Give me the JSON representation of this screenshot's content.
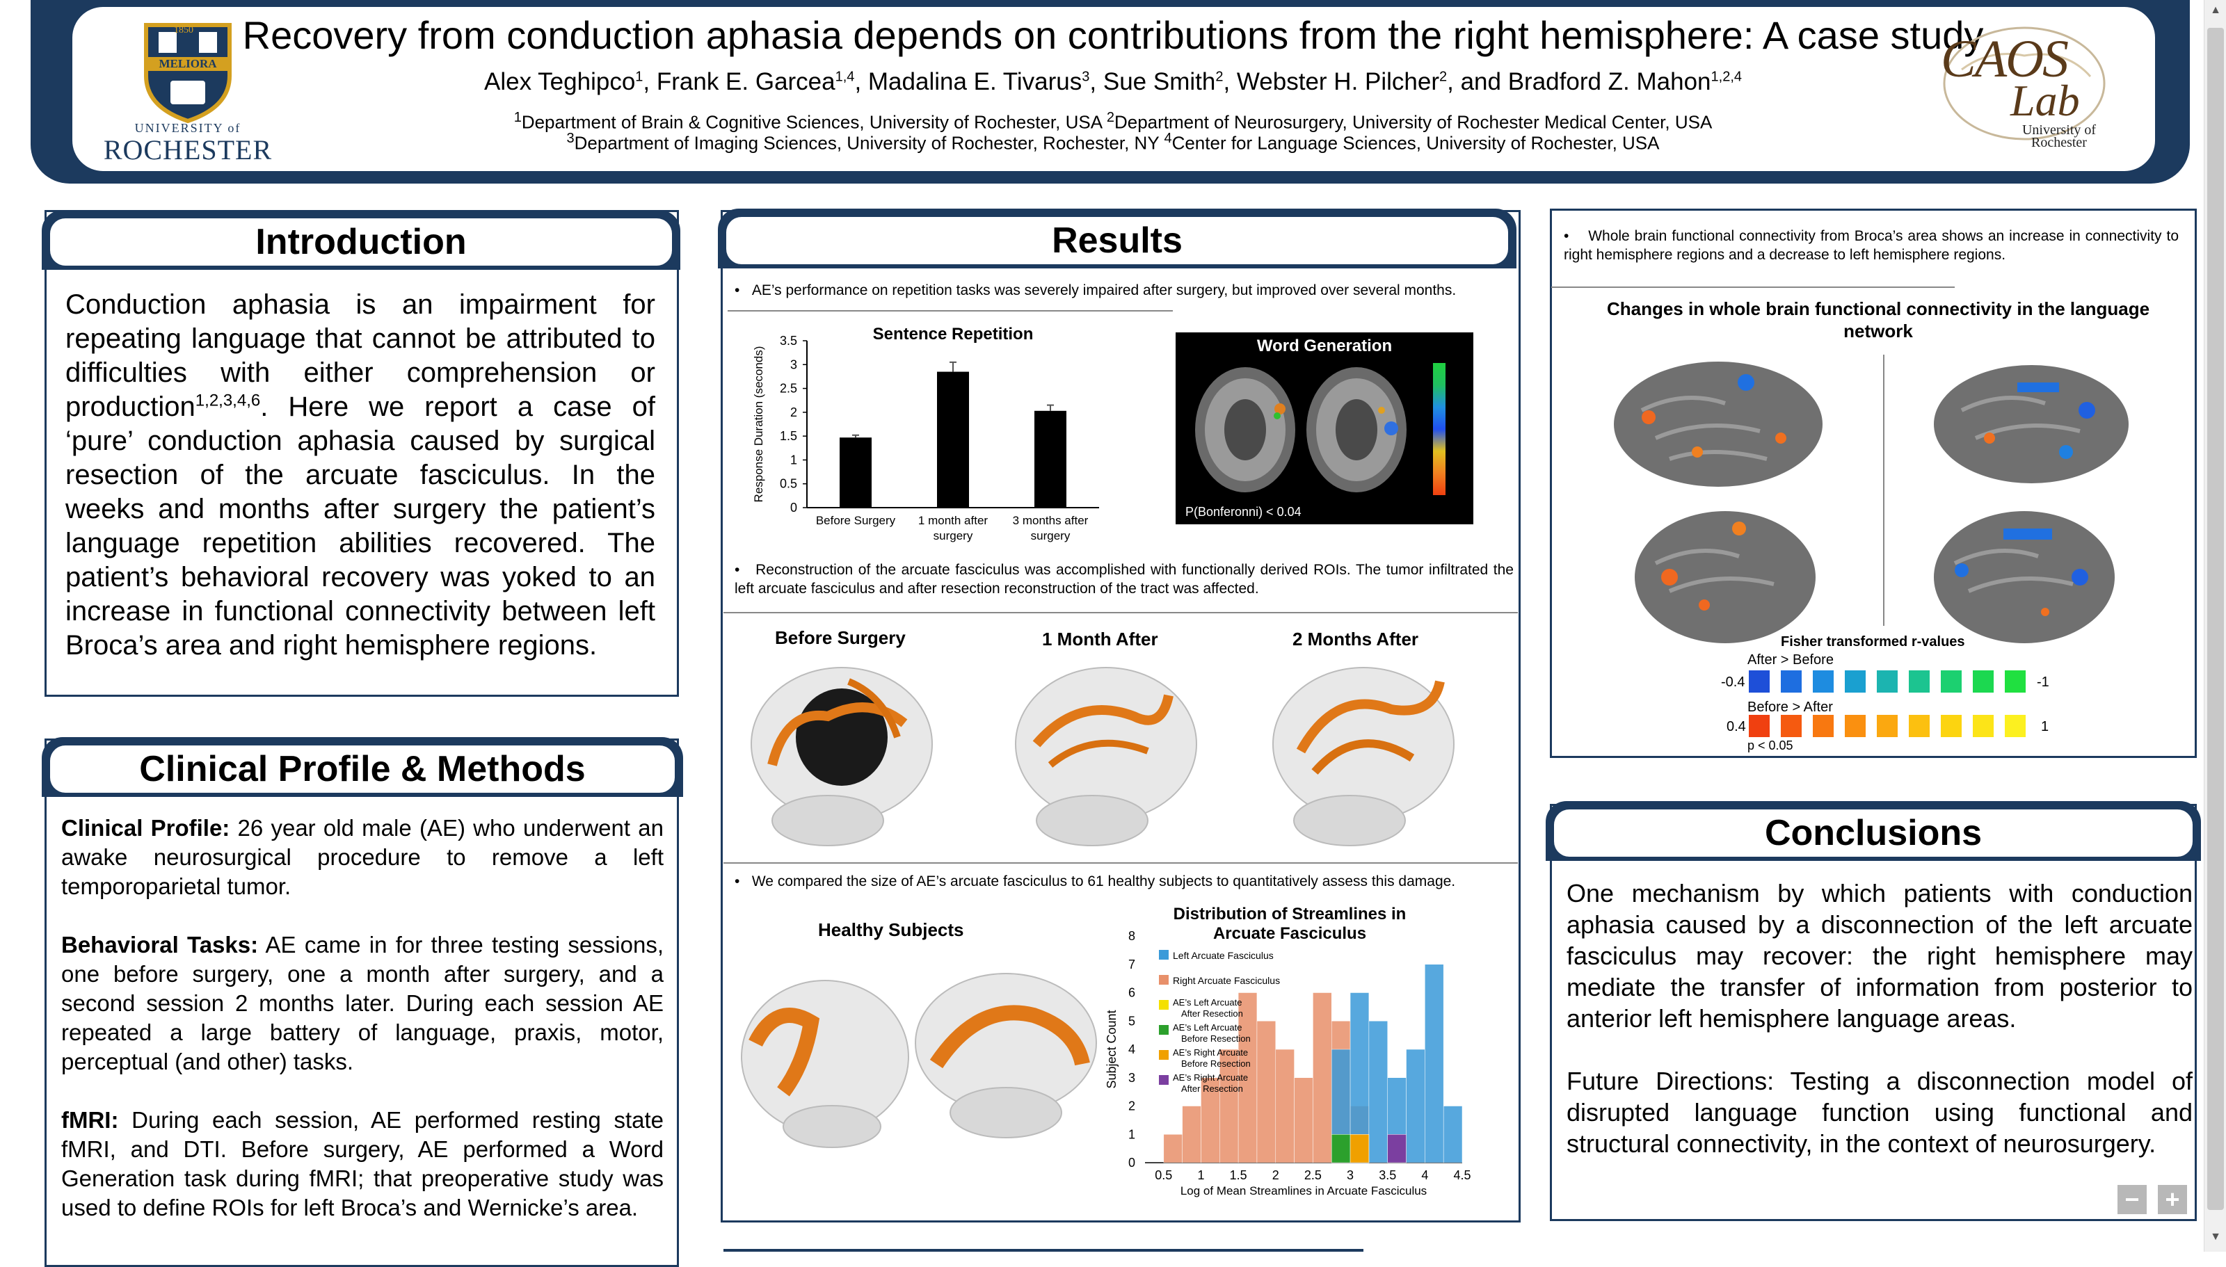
{
  "header": {
    "title": "Recovery from conduction aphasia depends on contributions from the right hemisphere: A case study",
    "authors": [
      {
        "name": "Alex Teghipco",
        "sup": "1"
      },
      {
        "name": "Frank E. Garcea",
        "sup": "1,4"
      },
      {
        "name": "Madalina E. Tivarus",
        "sup": "3"
      },
      {
        "name": "Sue Smith",
        "sup": "2"
      },
      {
        "name": "Webster H. Pilcher",
        "sup": "2"
      },
      {
        "name": "Bradford Z. Mahon",
        "sup": "1,2,4"
      }
    ],
    "and": "and",
    "aff1": [
      {
        "sup": "1",
        "text": "Department of Brain & Cognitive Sciences, University of Rochester, USA "
      },
      {
        "sup": "2",
        "text": "Department of Neurosurgery, University of Rochester Medical Center, USA"
      }
    ],
    "aff2": [
      {
        "sup": "3",
        "text": "Department of Imaging Sciences, University of Rochester, Rochester, NY "
      },
      {
        "sup": "4",
        "text": "Center for Language Sciences, University of Rochester, USA"
      }
    ],
    "logo_left": {
      "year": "1850",
      "motto": "MELIORA",
      "univ_of": "UNIVERSITY of",
      "name": "ROCHESTER"
    },
    "logo_right": {
      "name1": "CAOS",
      "name2": "Lab",
      "univ": "University of",
      "place": "Rochester"
    }
  },
  "intro": {
    "heading": "Introduction",
    "p1": "Conduction aphasia is an impairment for repeating language that cannot be attributed to difficulties with either comprehension or production",
    "p1_sup": "1,2,3,4,6",
    "p2": ". Here we report a case of ‘pure’ conduction aphasia caused by surgical resection of the arcuate fasciculus. In the weeks and months after surgery the patient’s language repetition abilities recovered. The patient’s behavioral recovery was yoked to an increase in functional connectivity between left Broca’s area and right hemisphere regions."
  },
  "methods": {
    "heading": "Clinical Profile & Methods",
    "items": [
      {
        "label": "Clinical Profile:",
        "text": " 26 year old male (AE) who underwent an awake neurosurgical procedure to remove a left temporoparietal tumor."
      },
      {
        "label": "Behavioral Tasks:",
        "text": " AE came in for three testing sessions, one before surgery, one a month after surgery, and a second session 2 months later. During each session AE repeated a large battery of language, praxis, motor, perceptual (and other) tasks."
      },
      {
        "label": "fMRI:",
        "text": " During each session, AE performed resting state fMRI, and DTI. Before surgery, AE performed a Word Generation task during fMRI; that preoperative study was used to define ROIs for left Broca’s and Wernicke’s area."
      }
    ]
  },
  "results": {
    "heading": "Results",
    "bullet1": "AE’s performance on repetition tasks was severely impaired after surgery, but improved over several months.",
    "bullet2": "Reconstruction of the arcuate fasciculus was accomplished with functionally derived ROIs. The tumor infiltrated the left arcuate fasciculus and after resection reconstruction of the tract was affected.",
    "bullet3": "We compared the size of AE’s arcuate fasciculus to 61 healthy subjects to quantitatively assess this damage.",
    "word_gen_title": "Word Generation",
    "word_gen_p": "P(Bonferonni) < 0.04",
    "tract_labels": [
      "Before Surgery",
      "1 Month After",
      "2 Months After"
    ],
    "healthy_label": "Healthy Subjects"
  },
  "connectivity": {
    "bullet": "Whole brain functional connectivity from Broca’s area shows an increase in connectivity to right hemisphere regions and a decrease to left hemisphere regions.",
    "title": "Changes in whole brain functional connectivity in the language network",
    "legend_title": "Fisher transformed r-values",
    "after_label": "After > Before",
    "before_label": "Before > After",
    "after_min": "-0.4",
    "after_max": "-1",
    "before_min": "0.4",
    "before_max": "1",
    "p_label": "p < 0.05",
    "colors_after": [
      "#1e4fd8",
      "#1e6ee0",
      "#1e8ce0",
      "#1aa0d0",
      "#1cb4b0",
      "#1cc490",
      "#1cd070",
      "#1cd850",
      "#20e040"
    ],
    "colors_before": [
      "#f04010",
      "#f55a10",
      "#f87810",
      "#fa9010",
      "#fba810",
      "#fcc010",
      "#fcd410",
      "#fce418",
      "#fcf020"
    ]
  },
  "conclusions": {
    "heading": "Conclusions",
    "p1": "One mechanism by which patients with conduction aphasia caused by a disconnection of the left arcuate fasciculus may recover: the right hemisphere may mediate the transfer of information from posterior to anterior left hemisphere language areas.",
    "p2": "Future Directions: Testing a disconnection model of disrupted language function using functional and structural connectivity, in the context of neurosurgery."
  },
  "zoom": {
    "minus": "−",
    "plus": "+"
  },
  "chart_data": [
    {
      "type": "bar",
      "title": "Sentence Repetition",
      "ylabel": "Response Duration (seconds)",
      "categories": [
        "Before Surgery",
        "1 month after surgery",
        "3 months after surgery"
      ],
      "categories_lines": [
        [
          "Before Surgery"
        ],
        [
          "1 month after",
          "surgery"
        ],
        [
          "3 months after",
          "surgery"
        ]
      ],
      "values": [
        1.47,
        2.85,
        2.03
      ],
      "errors": [
        0.05,
        0.2,
        0.12
      ],
      "ylim": [
        0,
        3.5
      ],
      "yticks": [
        "0",
        "0.5",
        "1",
        "1.5",
        "2",
        "2.5",
        "3",
        "3.5"
      ]
    },
    {
      "type": "bar",
      "title": "Distribution of Streamlines in Arcuate Fasciculus",
      "xlabel": "Log of Mean Streamlines in Arcuate Fasciculus",
      "ylabel": "Subject Count",
      "xlim": [
        0.25,
        4.5
      ],
      "ylim": [
        0,
        8
      ],
      "xticks": [
        "0.5",
        "1",
        "1.5",
        "2",
        "2.5",
        "3",
        "3.5",
        "4",
        "4.5"
      ],
      "yticks": [
        "0",
        "1",
        "2",
        "3",
        "4",
        "5",
        "6",
        "7",
        "8"
      ],
      "bin_width": 0.25,
      "series": [
        {
          "name": "Left Arcuate Fasciculus",
          "color": "#3a9ad9",
          "bins": [
            [
              2.75,
              4
            ],
            [
              3.0,
              6
            ],
            [
              3.25,
              5
            ],
            [
              3.5,
              3
            ],
            [
              3.75,
              4
            ],
            [
              4.0,
              7
            ],
            [
              4.25,
              2
            ]
          ]
        },
        {
          "name": "Right Arcuate Fasciculus",
          "color": "#e8906a",
          "bins": [
            [
              0.5,
              1
            ],
            [
              0.75,
              2
            ],
            [
              1.0,
              3
            ],
            [
              1.25,
              4
            ],
            [
              1.5,
              6
            ],
            [
              1.75,
              5
            ],
            [
              2.0,
              4
            ],
            [
              2.25,
              3
            ],
            [
              2.5,
              6
            ],
            [
              2.75,
              5
            ],
            [
              3.0,
              2
            ]
          ]
        },
        {
          "name": "AE’s Left Arcuate After Resection",
          "color": "#f4e000",
          "bins": [
            [
              3.0,
              1
            ]
          ]
        },
        {
          "name": "AE’s Left Arcuate Before Resection",
          "color": "#2ca02c",
          "bins": [
            [
              2.75,
              1
            ]
          ]
        },
        {
          "name": "AE’s Right Arcuate Before Resection",
          "color": "#f0a000",
          "bins": [
            [
              3.0,
              1
            ]
          ]
        },
        {
          "name": "AE’s Right Arcuate After Resection",
          "color": "#7b3fa0",
          "bins": [
            [
              3.5,
              1
            ]
          ]
        }
      ]
    }
  ]
}
